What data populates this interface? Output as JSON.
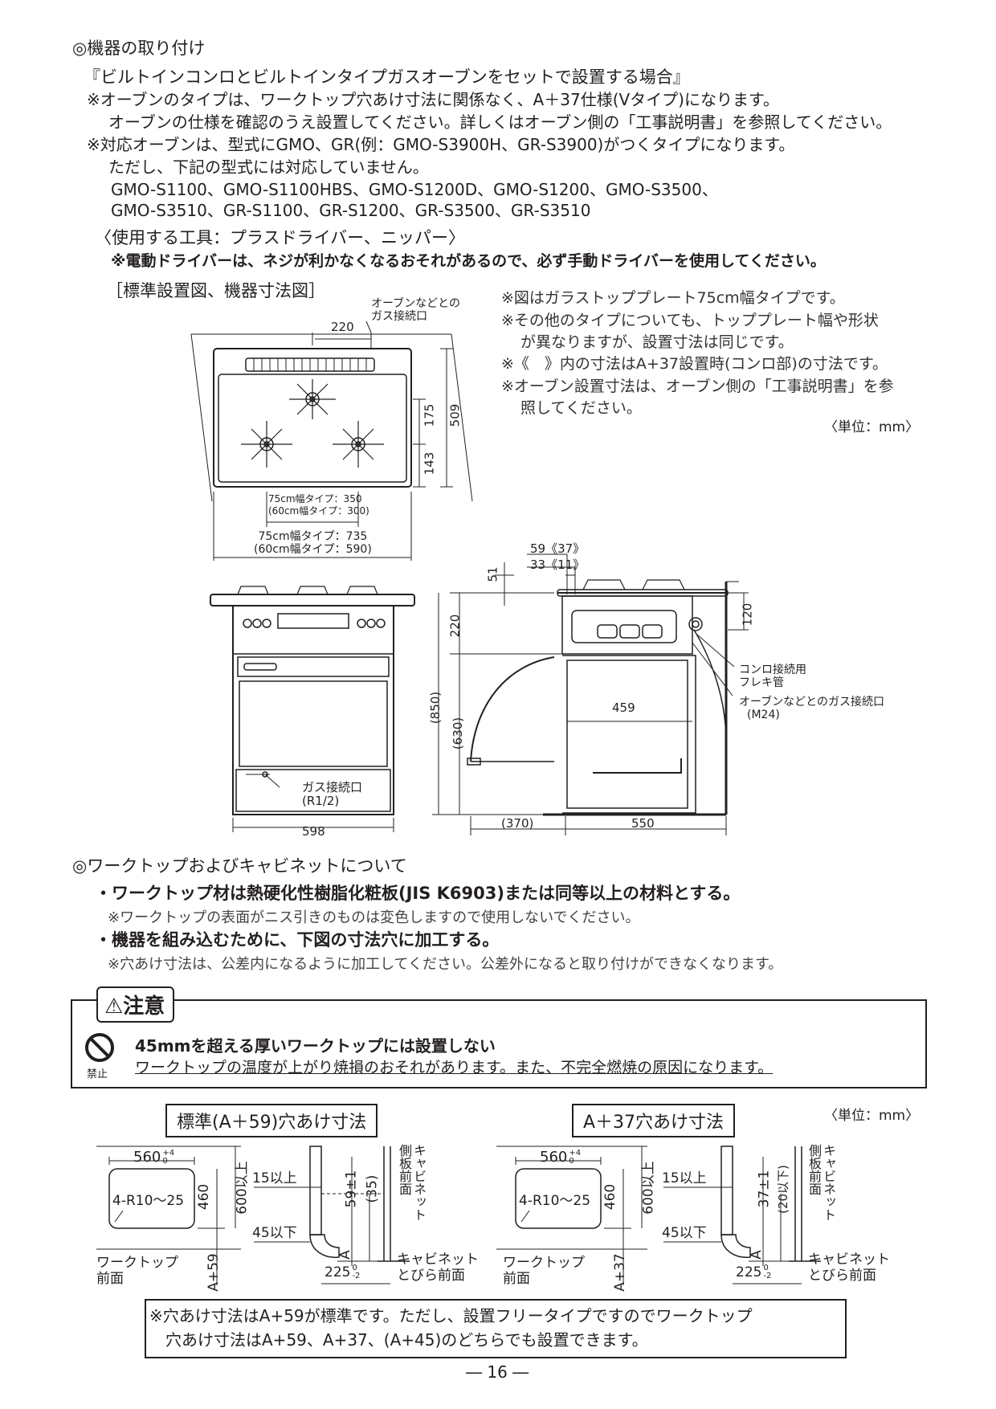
{
  "install": {
    "heading": "◎機器の取り付け",
    "subheading": "『ビルトインコンロとビルトインタイプガスオーブンをセットで設置する場合』",
    "note1_l1": "※オーブンのタイプは、ワークトップ穴あけ寸法に関係なく、A＋37仕様(Vタイプ)になります。",
    "note1_l2": "オーブンの仕様を確認のうえ設置してください。詳しくはオーブン側の「工事説明書」を参照してください。",
    "note2_l1": "※対応オーブンは、型式にGMO、GR(例：GMO-S3900H、GR-S3900)がつくタイプになります。",
    "note2_l2": "ただし、下記の型式には対応していません。",
    "models_l1": "GMO-S1100、GMO-S1100HBS、GMO-S1200D、GMO-S1200、GMO-S3500、",
    "models_l2": "GMO-S3510、GR-S1100、GR-S1200、GR-S3500、GR-S3510",
    "tools": "〈使用する工具：プラスドライバー、ニッパー〉",
    "tools_note": "※電動ドライバーは、ネジが利かなくなるおそれがあるので、必ず手動ドライバーを使用してください。",
    "figure_title": "［標準設置図、機器寸法図］",
    "fig_notes": [
      "※図はガラストッププレート75cm幅タイプです。",
      "※その他のタイプについても、トッププレート幅や形状",
      "が異なりますが、設置寸法は同じです。",
      "※《　》内の寸法はA+37設置時(コンロ部)の寸法です。",
      "※オーブン設置寸法は、オーブン側の「工事説明書」を参",
      "照してください。"
    ],
    "unit": "〈単位：mm〉"
  },
  "top_view": {
    "gas_label_l1": "オーブンなどとの",
    "gas_label_l2": "ガス接続口",
    "dim_220": "220",
    "dim_175": "175",
    "dim_509": "509",
    "dim_143": "143",
    "dim_inner_l1": "75cm幅タイプ：350",
    "dim_inner_l2": "(60cm幅タイプ：300)",
    "dim_outer_l1": "75cm幅タイプ：735",
    "dim_outer_l2": "(60cm幅タイプ：590)"
  },
  "front_view": {
    "gas_l1": "ガス接続口",
    "gas_l2": "(R1/2)",
    "dim_598": "598"
  },
  "side_view": {
    "dim_59": "59《37》",
    "dim_33": "33《11》",
    "dim_51": "51",
    "dim_220": "220",
    "dim_850": "(850)",
    "dim_630": "(630)",
    "dim_120": "120",
    "dim_459": "459",
    "dim_370": "(370)",
    "dim_550": "550",
    "flex_l1": "コンロ接続用",
    "flex_l2": "フレキ管",
    "oven_gas_l1": "オーブンなどとのガス接続口",
    "oven_gas_l2": "(M24)"
  },
  "worktop": {
    "heading": "◎ワークトップおよびキャビネットについて",
    "b1": "・ワークトップ材は熱硬化性樹脂化粧板(JIS K6903)または同等以上の材料とする。",
    "b1_note": "※ワークトップの表面がニス引きのものは変色しますので使用しないでください。",
    "b2": "・機器を組み込むために、下図の寸法穴に加工する。",
    "b2_note": "※穴あけ寸法は、公差内になるように加工してください。公差外になると取り付けができなくなります。"
  },
  "caution": {
    "title": "⚠注意",
    "prohibit": "禁止",
    "line1": "45mmを超える厚いワークトップには設置しない",
    "line2": "ワークトップの温度が上がり焼損のおそれがあります。また、不完全燃焼の原因になります。"
  },
  "cutout": {
    "std_label": "標準(A＋59)穴あけ寸法",
    "a37_label": "A＋37穴あけ寸法",
    "unit": "〈単位：mm〉",
    "w560": "560",
    "tol_plus4": "+4",
    "tol_0": "0",
    "radius": "4-R10〜25",
    "h460": "460",
    "h600": "600以上",
    "worktop_front_l1": "ワークトップ",
    "worktop_front_l2": "前面",
    "a59": "A+59",
    "a37": "A+37",
    "d15": "15以上",
    "d45": "45以下",
    "d59": "59±1",
    "d35": "(35)",
    "d37": "37±1",
    "d20": "(20以下)",
    "a": "A",
    "d225": "225",
    "d225tol": "-2",
    "cab_side_l1": "キャビネット",
    "cab_side_l2": "側板前面",
    "cab_door_l1": "キャビネット",
    "cab_door_l2": "とびら前面"
  },
  "bottom_note": {
    "l1": "※穴あけ寸法はA+59が標準です。ただし、設置フリータイプですのでワークトップ",
    "l2": "穴あけ寸法はA+59、A+37、(A+45)のどちらでも設置できます。"
  },
  "page_number": "― 16 ―"
}
